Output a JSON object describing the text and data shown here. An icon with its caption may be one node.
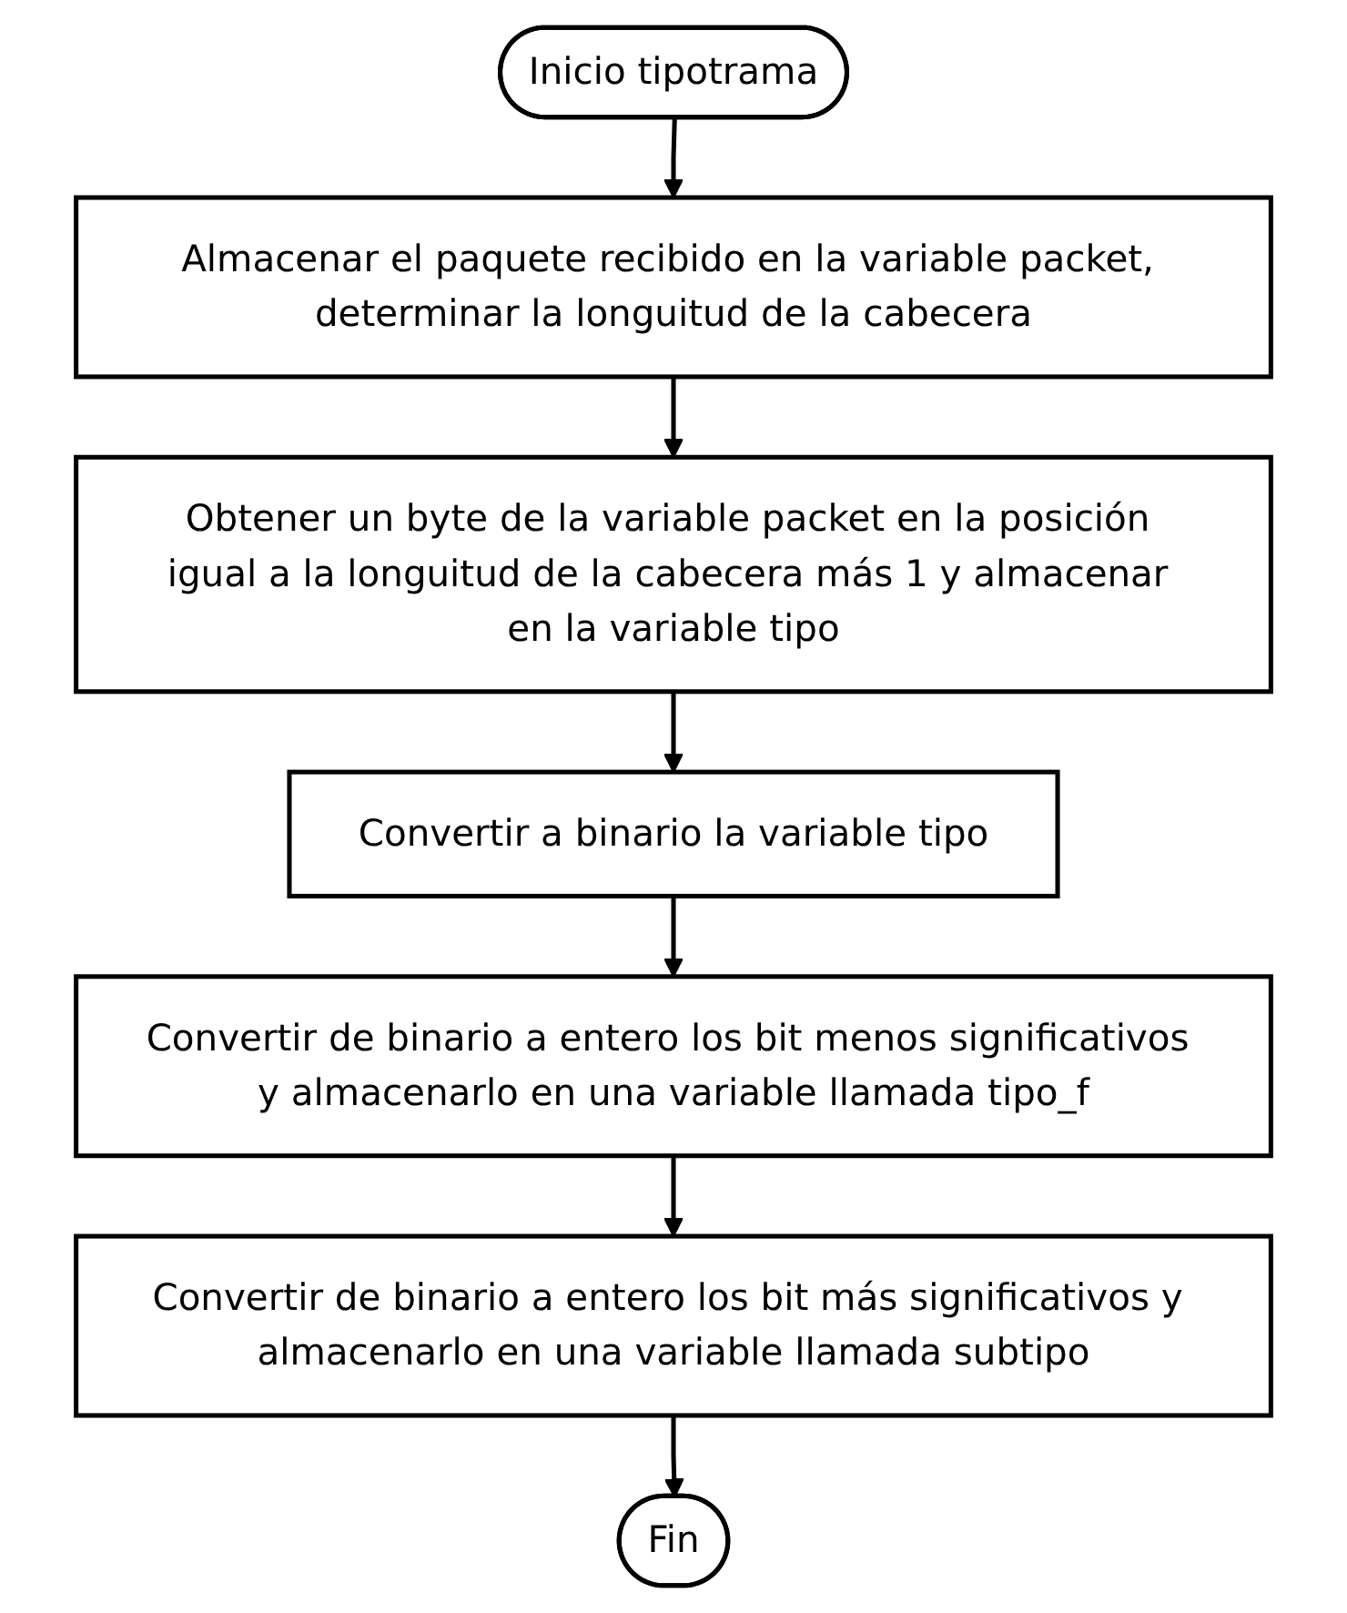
{
  "diagram": {
    "nodes": [
      {
        "text": [
          "Inicio tipotrama"
        ]
      },
      {
        "text": [
          "Almacenar el paquete recibido en la variable packet, determinar la longuitud de la cabecera"
        ]
      },
      {
        "text": [
          "Obtener un byte de la variable packet en la posición igual a la longuitud de la cabecera más 1 y almacenar en la variable tipo"
        ]
      },
      {
        "text": [
          "Convertir a binario la variable tipo"
        ]
      },
      {
        "text": [
          "Convertir de binario a entero los bit menos significativos y almacenarlo en una variable llamada tipo_f"
        ]
      },
      {
        "text": [
          "Convertir de binario a entero los bit más significativos y almacenarlo en una variable llamada subtipo"
        ]
      },
      {
        "text": [
          "Fin"
        ]
      }
    ],
    "edges": [
      {
        "from": 0,
        "to": 1,
        "arrow": "to"
      },
      {
        "from": 1,
        "to": 2,
        "arrow": "to"
      },
      {
        "from": 2,
        "to": 3,
        "arrow": "to"
      },
      {
        "from": 3,
        "to": 4,
        "arrow": "to"
      },
      {
        "from": 4,
        "to": 5,
        "arrow": "to"
      },
      {
        "from": 5,
        "to": 6,
        "arrow": "to"
      }
    ]
  }
}
